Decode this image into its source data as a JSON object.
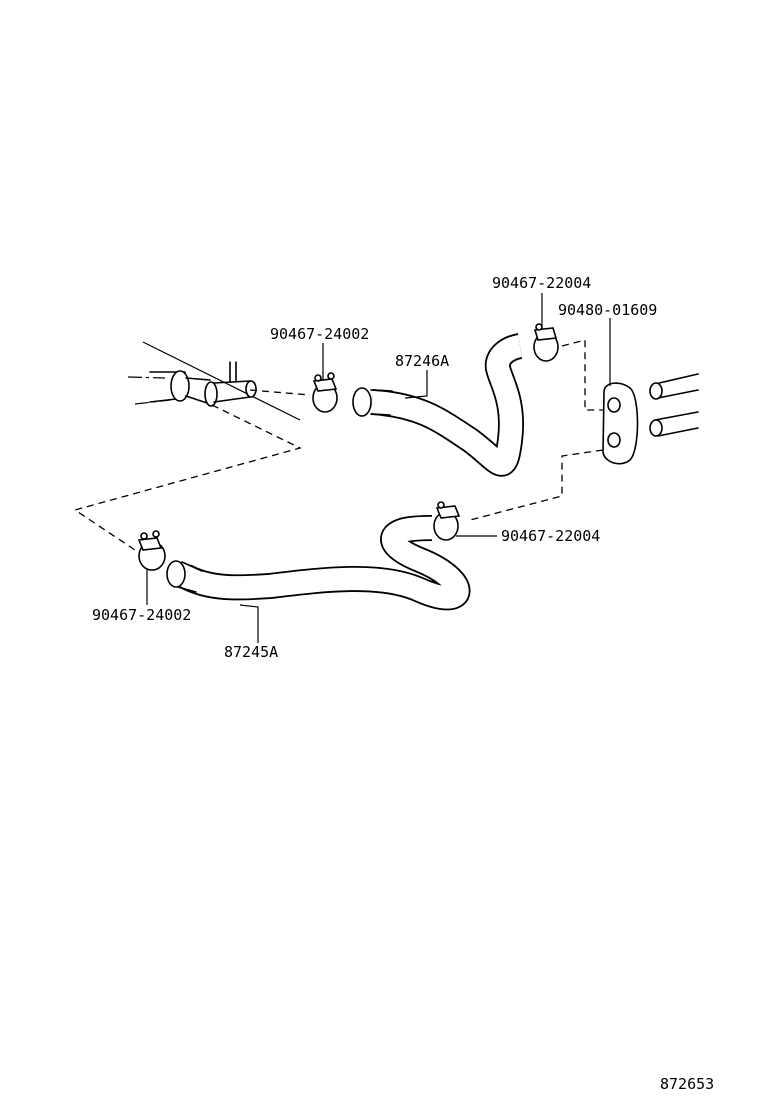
{
  "labels": {
    "clamp_top_right": "90467-22004",
    "bracket": "90480-01609",
    "clamp_top_left": "90467-24002",
    "hose_upper": "87246A",
    "clamp_mid_right": "90467-22004",
    "clamp_bottom_left": "90467-24002",
    "hose_lower": "87245A",
    "figure_number": "872653"
  }
}
